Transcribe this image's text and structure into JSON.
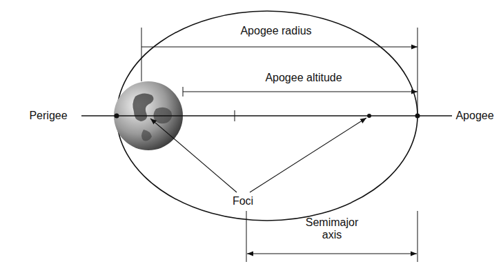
{
  "diagram": {
    "labels": [
      "Apogee radius",
      "Apogee altitude",
      "Perigee",
      "Apogee",
      "Foci",
      "Semimajor axis"
    ]
  }
}
